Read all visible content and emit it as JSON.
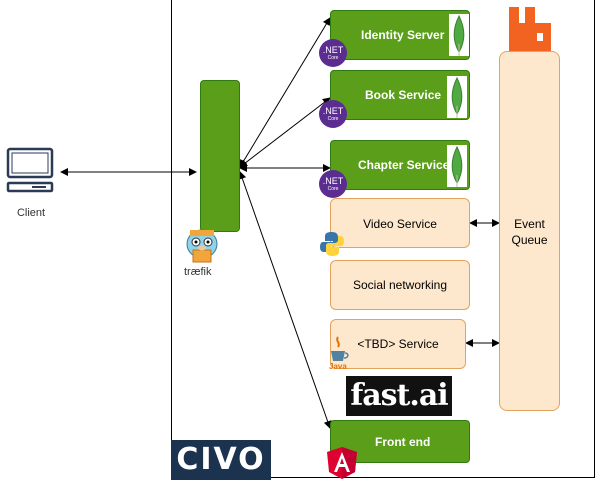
{
  "client": {
    "label": "Client"
  },
  "gateway": {
    "logo_text": "træfik"
  },
  "services": [
    {
      "label": "Identity Server",
      "badge": ".NET",
      "badge_sub": "Core"
    },
    {
      "label": "Book Service",
      "badge": ".NET",
      "badge_sub": "Core"
    },
    {
      "label": "Chapter Service",
      "badge": ".NET",
      "badge_sub": "Core"
    },
    {
      "label": "Video Service"
    },
    {
      "label": "Social networking"
    },
    {
      "label": "<TBD> Service",
      "java_text": "Java"
    },
    {
      "label": "Front end"
    }
  ],
  "event_queue": {
    "label": "Event Queue"
  },
  "fastai": {
    "text": "fast.ai"
  },
  "civo": {
    "text": "CIVO"
  },
  "colors": {
    "green": "#5a9e1a",
    "orange_fill": "#fde8cd",
    "rabbit": "#f26322",
    "dotnet": "#5c2d91",
    "angular": "#dd0031"
  }
}
